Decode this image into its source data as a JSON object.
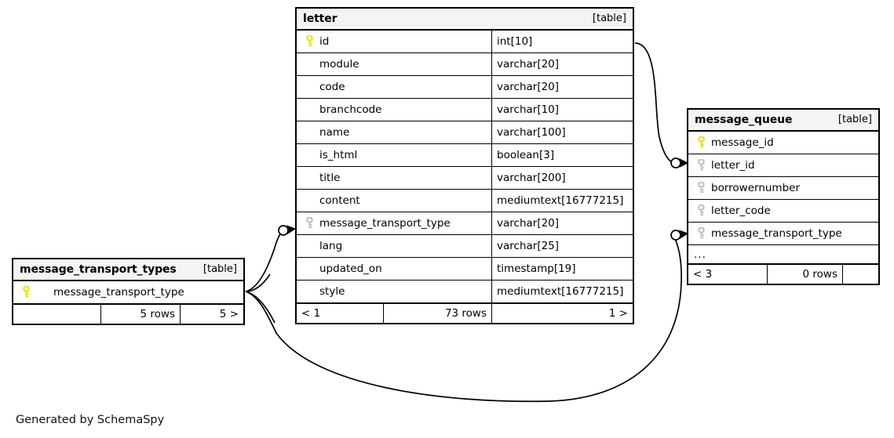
{
  "diagram": {
    "caption": "Generated by SchemaSpy",
    "table_tag": "[table]",
    "colors": {
      "primary_key": "#e8e400",
      "foreign_key": "#bfbfbf",
      "header_bg": "#f4f4f4",
      "border": "#000000",
      "background": "#ffffff"
    }
  },
  "tables": {
    "letter": {
      "name": "letter",
      "tag": "[table]",
      "columns": [
        {
          "key": "primary",
          "name": "id",
          "type": "int[10]"
        },
        {
          "key": "none",
          "name": "module",
          "type": "varchar[20]"
        },
        {
          "key": "none",
          "name": "code",
          "type": "varchar[20]"
        },
        {
          "key": "none",
          "name": "branchcode",
          "type": "varchar[10]"
        },
        {
          "key": "none",
          "name": "name",
          "type": "varchar[100]"
        },
        {
          "key": "none",
          "name": "is_html",
          "type": "boolean[3]"
        },
        {
          "key": "none",
          "name": "title",
          "type": "varchar[200]"
        },
        {
          "key": "none",
          "name": "content",
          "type": "mediumtext[16777215]"
        },
        {
          "key": "foreign",
          "name": "message_transport_type",
          "type": "varchar[20]"
        },
        {
          "key": "none",
          "name": "lang",
          "type": "varchar[25]"
        },
        {
          "key": "none",
          "name": "updated_on",
          "type": "timestamp[19]"
        },
        {
          "key": "none",
          "name": "style",
          "type": "mediumtext[16777215]"
        }
      ],
      "footer": {
        "prev": "< 1",
        "rows": "73 rows",
        "next": "1 >"
      }
    },
    "message_queue": {
      "name": "message_queue",
      "tag": "[table]",
      "columns": [
        {
          "key": "primary",
          "name": "message_id"
        },
        {
          "key": "foreign",
          "name": "letter_id"
        },
        {
          "key": "foreign",
          "name": "borrowernumber"
        },
        {
          "key": "foreign",
          "name": "letter_code"
        },
        {
          "key": "foreign",
          "name": "message_transport_type"
        }
      ],
      "more_indicator": "...",
      "footer": {
        "prev": "< 3",
        "rows": "0 rows",
        "next": ""
      }
    },
    "message_transport_types": {
      "name": "message_transport_types",
      "tag": "[table]",
      "columns": [
        {
          "key": "primary",
          "name": "message_transport_type"
        }
      ],
      "footer": {
        "prev": "",
        "rows": "5 rows",
        "next": "5 >"
      }
    }
  },
  "relationships": [
    {
      "name": "letter-id-to-message-queue-letter-id",
      "from_table": "letter",
      "from_column": "id",
      "to_table": "message_queue",
      "to_column": "letter_id",
      "from_marker": "crows-foot",
      "to_marker": "zero-one-arrow"
    },
    {
      "name": "message-transport-types-to-letter",
      "from_table": "message_transport_types",
      "from_column": "message_transport_type",
      "to_table": "letter",
      "to_column": "message_transport_type",
      "from_marker": "crows-foot",
      "to_marker": "zero-one-arrow"
    },
    {
      "name": "message-transport-types-to-message-queue",
      "from_table": "message_transport_types",
      "from_column": "message_transport_type",
      "to_table": "message_queue",
      "to_column": "message_transport_type",
      "from_marker": "crows-foot",
      "to_marker": "zero-one-arrow"
    }
  ]
}
